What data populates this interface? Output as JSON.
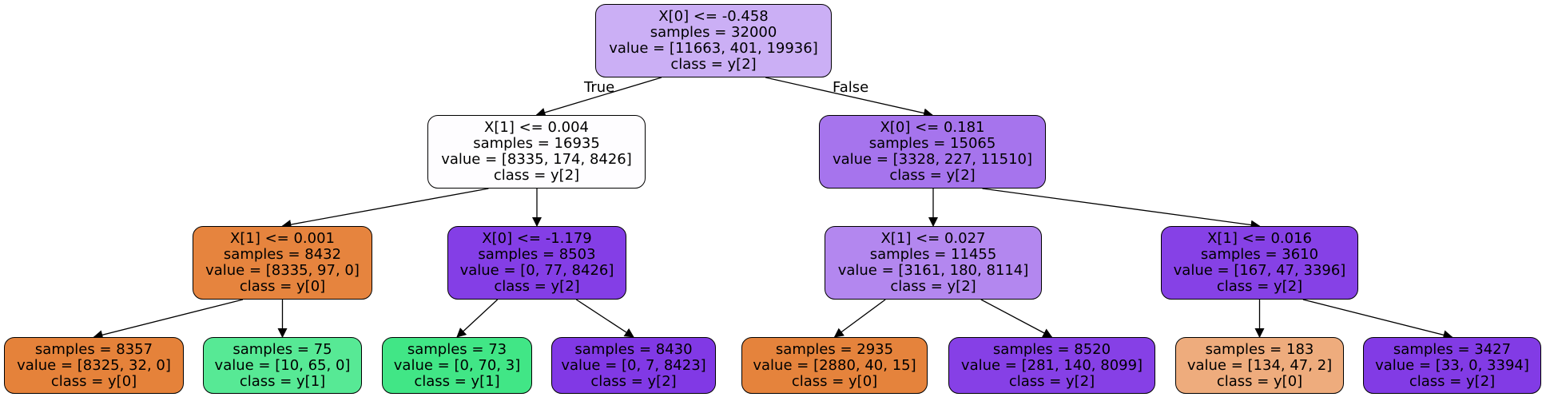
{
  "edge_labels": {
    "true": "True",
    "false": "False"
  },
  "nodes": [
    {
      "id": "n0",
      "lines": [
        "X[0] <= -0.458",
        "samples = 32000",
        "value = [11663, 401, 19936]",
        "class = y[2]"
      ],
      "fill": "#cbaff5"
    },
    {
      "id": "n1",
      "lines": [
        "X[1] <= 0.004",
        "samples = 16935",
        "value = [8335, 174, 8426]",
        "class = y[2]"
      ],
      "fill": "#fefdff"
    },
    {
      "id": "n2",
      "lines": [
        "X[1] <= 0.001",
        "samples = 8432",
        "value = [8335, 97, 0]",
        "class = y[0]"
      ],
      "fill": "#e6843e"
    },
    {
      "id": "n3",
      "lines": [
        "samples = 8357",
        "value = [8325, 32, 0]",
        "class = y[0]"
      ],
      "fill": "#e5823a"
    },
    {
      "id": "n4",
      "lines": [
        "samples = 75",
        "value = [10, 65, 0]",
        "class = y[1]"
      ],
      "fill": "#57e995"
    },
    {
      "id": "n5",
      "lines": [
        "X[0] <= -1.179",
        "samples = 8503",
        "value = [0, 77, 8426]",
        "class = y[2]"
      ],
      "fill": "#843ee6"
    },
    {
      "id": "n6",
      "lines": [
        "samples = 73",
        "value = [0, 70, 3]",
        "class = y[1]"
      ],
      "fill": "#41e686"
    },
    {
      "id": "n7",
      "lines": [
        "samples = 8430",
        "value = [0, 7, 8423]",
        "class = y[2]"
      ],
      "fill": "#8139e5"
    },
    {
      "id": "n8",
      "lines": [
        "X[0] <= 0.181",
        "samples = 15065",
        "value = [3328, 227, 11510]",
        "class = y[2]"
      ],
      "fill": "#a674ed"
    },
    {
      "id": "n9",
      "lines": [
        "X[1] <= 0.027",
        "samples = 11455",
        "value = [3161, 180, 8114]",
        "class = y[2]"
      ],
      "fill": "#b387ef"
    },
    {
      "id": "n10",
      "lines": [
        "samples = 2935",
        "value = [2880, 40, 15]",
        "class = y[0]"
      ],
      "fill": "#e5833c"
    },
    {
      "id": "n11",
      "lines": [
        "samples = 8520",
        "value = [281, 140, 8099]",
        "class = y[2]"
      ],
      "fill": "#8640e6"
    },
    {
      "id": "n12",
      "lines": [
        "X[1] <= 0.016",
        "samples = 3610",
        "value = [167, 47, 3396]",
        "class = y[2]"
      ],
      "fill": "#8641e6"
    },
    {
      "id": "n13",
      "lines": [
        "samples = 183",
        "value = [134, 47, 2]",
        "class = y[0]"
      ],
      "fill": "#eeac7d"
    },
    {
      "id": "n14",
      "lines": [
        "samples = 3427",
        "value = [33, 0, 3394]",
        "class = y[2]"
      ],
      "fill": "#823be5"
    }
  ],
  "edges": [
    {
      "from": "n0",
      "to": "n1",
      "label": "true"
    },
    {
      "from": "n0",
      "to": "n8",
      "label": "false"
    },
    {
      "from": "n1",
      "to": "n2"
    },
    {
      "from": "n1",
      "to": "n5"
    },
    {
      "from": "n2",
      "to": "n3"
    },
    {
      "from": "n2",
      "to": "n4"
    },
    {
      "from": "n5",
      "to": "n6"
    },
    {
      "from": "n5",
      "to": "n7"
    },
    {
      "from": "n8",
      "to": "n9"
    },
    {
      "from": "n8",
      "to": "n12"
    },
    {
      "from": "n9",
      "to": "n10"
    },
    {
      "from": "n9",
      "to": "n11"
    },
    {
      "from": "n12",
      "to": "n13"
    },
    {
      "from": "n12",
      "to": "n14"
    }
  ]
}
